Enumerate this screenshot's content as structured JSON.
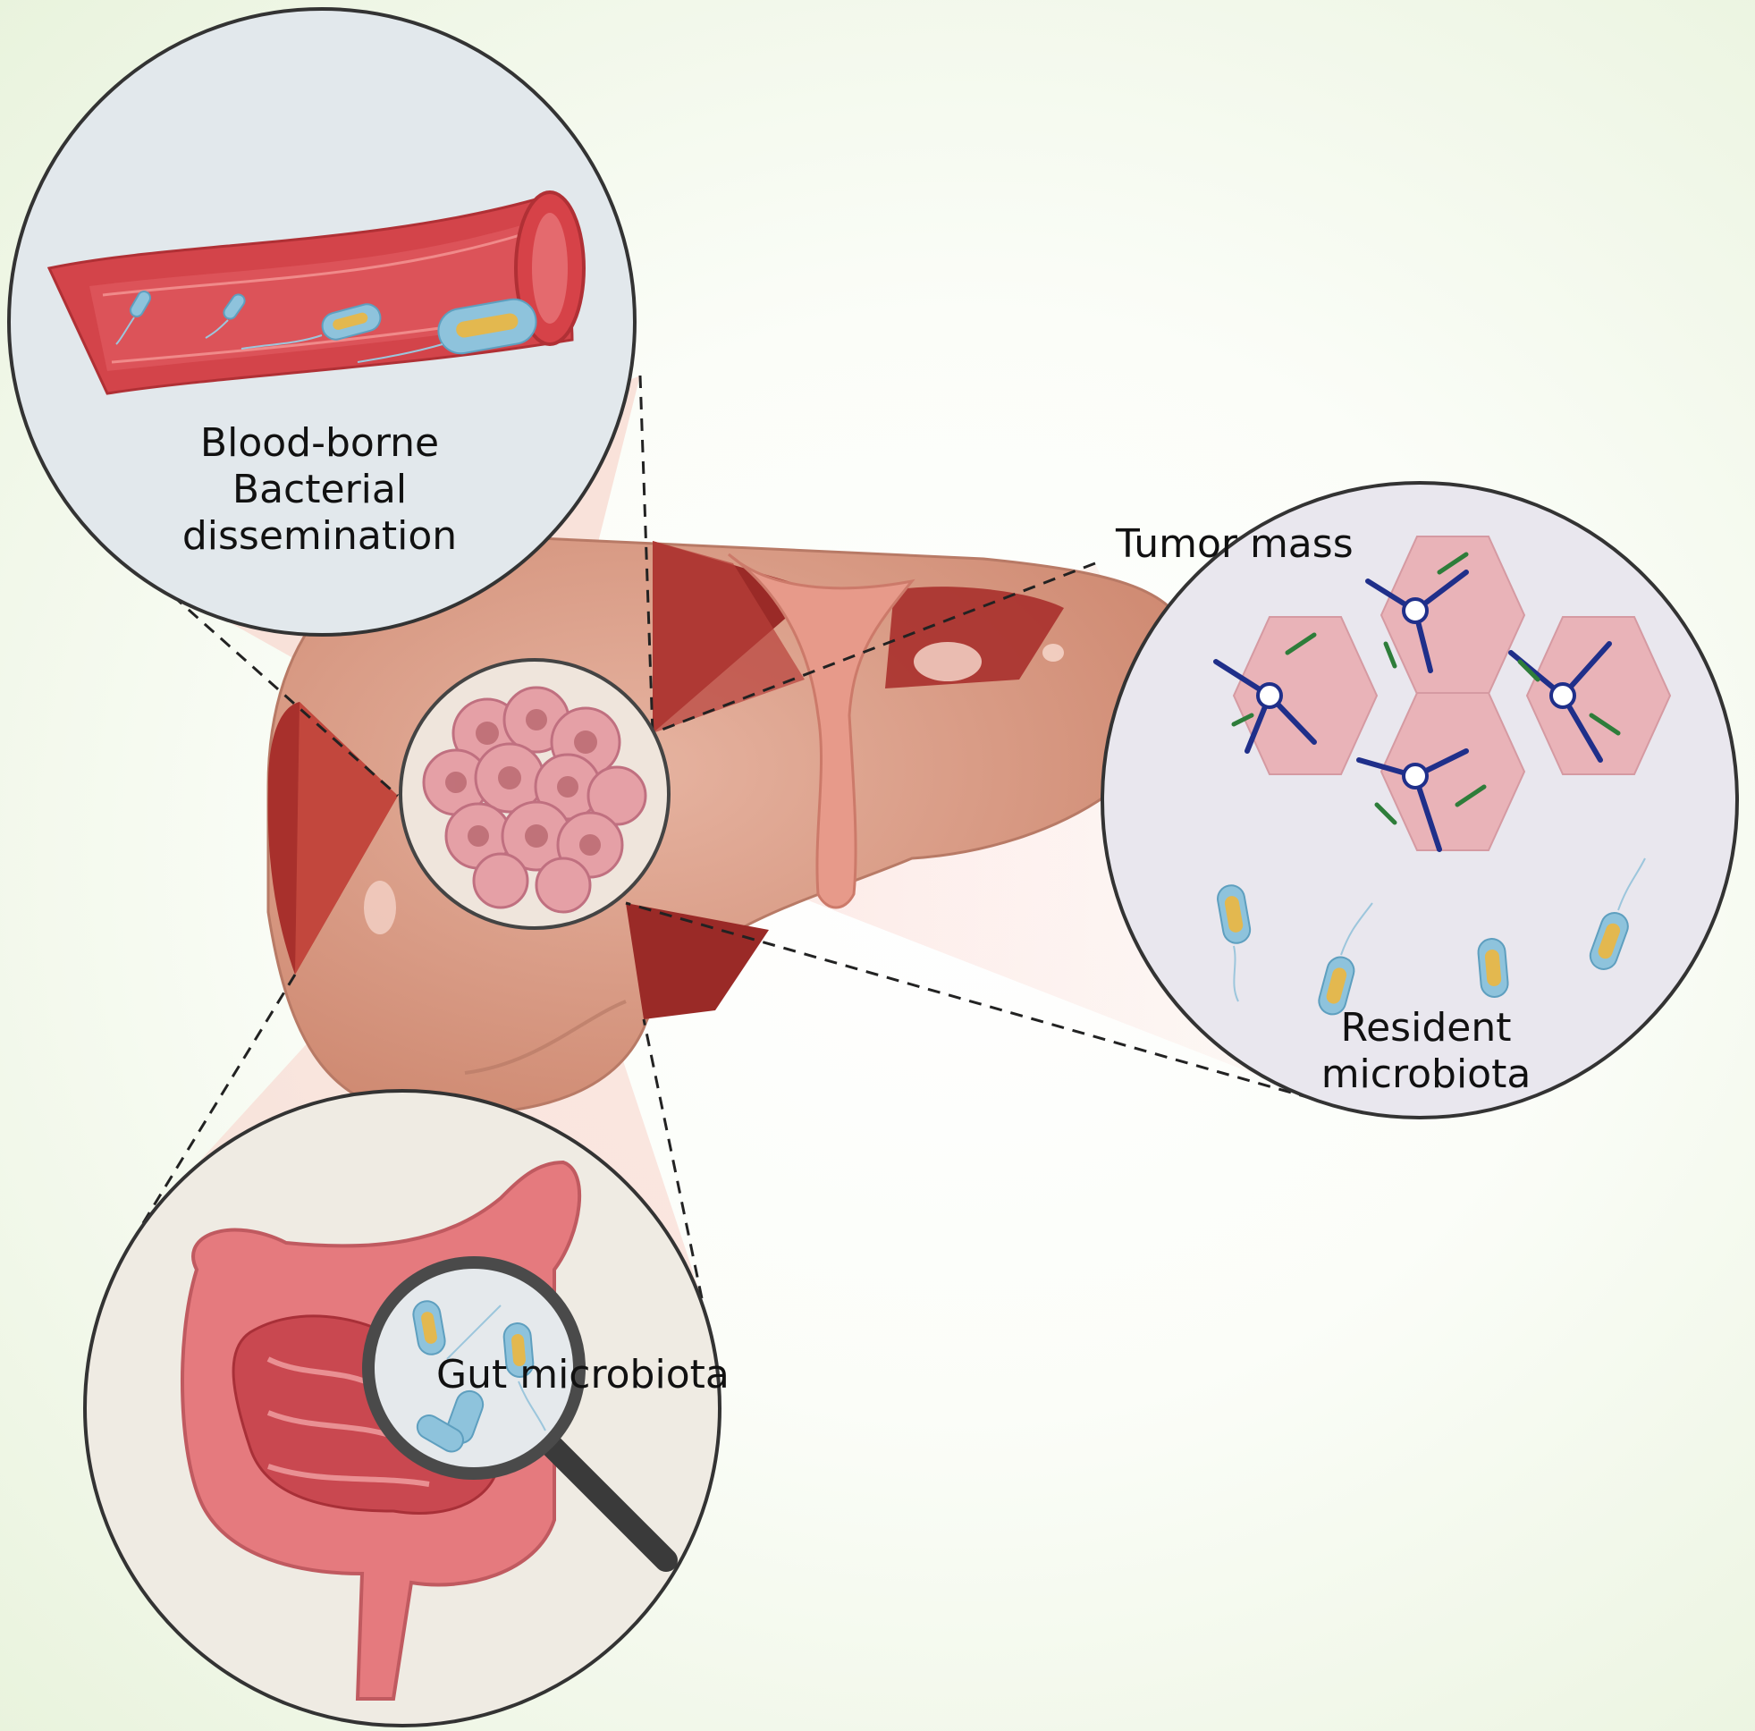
{
  "labels": {
    "blood_borne": "Blood-borne\nBacterial\ndissemination",
    "tumor_mass": "Tumor mass",
    "resident_microbiota": "Resident\nmicrobiota",
    "gut_microbiota": "Gut microbiota"
  },
  "colors": {
    "liver_body": "#d99b83",
    "liver_dark": "#a8302c",
    "vessel": "#d3444a",
    "bacteria": "#8ec3dc",
    "bacteria_core": "#e3b84f",
    "intestine": "#e57a7e",
    "hexagon": "#e9b3b8",
    "cell_blue": "#1f2f8a",
    "cell_green": "#2e7d3a"
  }
}
